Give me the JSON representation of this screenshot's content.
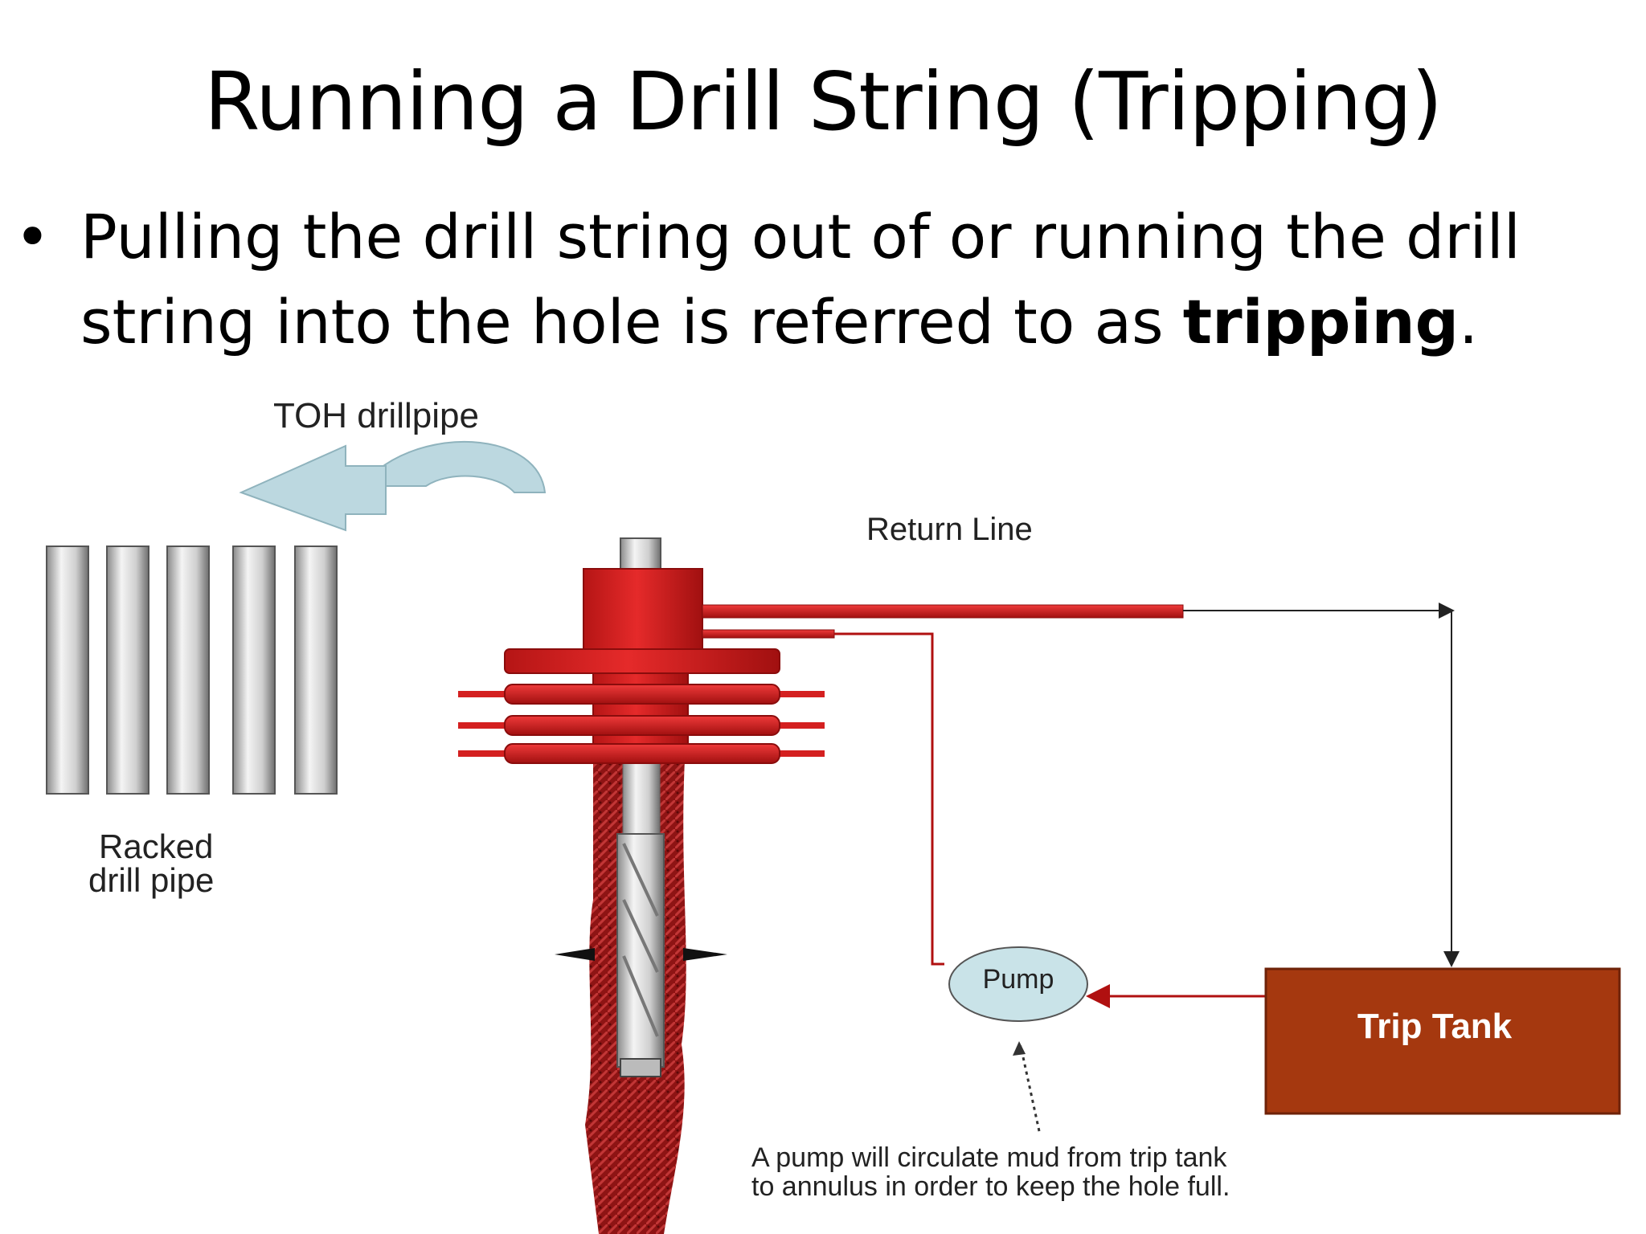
{
  "title": "Running a Drill String (Tripping)",
  "bullet": {
    "text_before": "Pulling the drill string out of or running the drill string into the hole is referred to as ",
    "bold_term": "tripping",
    "text_after": "."
  },
  "diagram": {
    "toh_label": "TOH drillpipe",
    "racked_label_line1": "Racked",
    "racked_label_line2": "drill pipe",
    "return_line_label": "Return Line",
    "pump_label": "Pump",
    "trip_tank_label": "Trip Tank",
    "note_line1": "A pump will circulate mud from trip tank",
    "note_line2": "to annulus in order to keep the hole full.",
    "colors": {
      "bop_red": "#d42020",
      "wellbore_dark_red": "#8e1414",
      "trip_tank": "#a5380f",
      "pump_fill": "#c9e3e8",
      "arrow_fill": "#bcd8e0",
      "pipe_grey": "#d8d8d8"
    }
  }
}
